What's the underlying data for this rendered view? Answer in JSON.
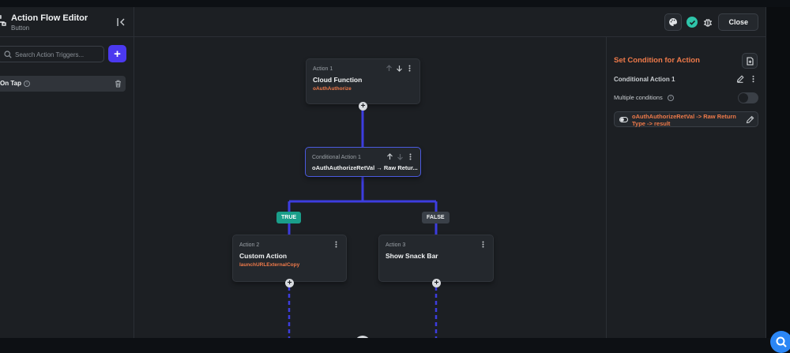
{
  "header": {
    "title": "Action Flow Editor",
    "subtitle": "Button",
    "close_label": "Close"
  },
  "left_panel": {
    "search_placeholder": "Search Action Triggers...",
    "add_label": "+",
    "triggers": [
      {
        "label": "On Tap"
      }
    ]
  },
  "canvas": {
    "nodes": [
      {
        "label": "Action 1",
        "title": "Cloud Function",
        "sub": "oAuthAuthorize"
      },
      {
        "label": "Conditional Action 1",
        "title": "oAuthAuthorizeRetVal → Raw Retur..."
      },
      {
        "label": "Action 2",
        "title": "Custom Action",
        "sub": "launchURLExternalCopy"
      },
      {
        "label": "Action 3",
        "title": "Show Snack Bar"
      }
    ],
    "branches": {
      "true_label": "TRUE",
      "false_label": "FALSE"
    },
    "add_symbol": "+"
  },
  "right_panel": {
    "title": "Set Condition for Action",
    "condition_name": "Conditional Action 1",
    "multiple_label": "Multiple conditions",
    "condition_text": "oAuthAuthorizeRetVal -> Raw Return Type -> result"
  },
  "colors": {
    "accent": "#4b39ef",
    "orange": "#ef7a4a",
    "connector": "#3d3ddf",
    "true_badge": "#1a9e8a",
    "success": "#2ec4a9",
    "help_fab": "#2b86f5"
  },
  "icons": [
    "flow-icon",
    "collapse-panel-icon",
    "palette-icon",
    "check-circle-icon",
    "bug-icon",
    "search-icon",
    "info-icon",
    "trash-icon",
    "arrow-up-icon",
    "arrow-down-icon",
    "more-vert-icon",
    "note-add-icon",
    "edit-icon",
    "toggle-icon",
    "help-search-icon"
  ]
}
